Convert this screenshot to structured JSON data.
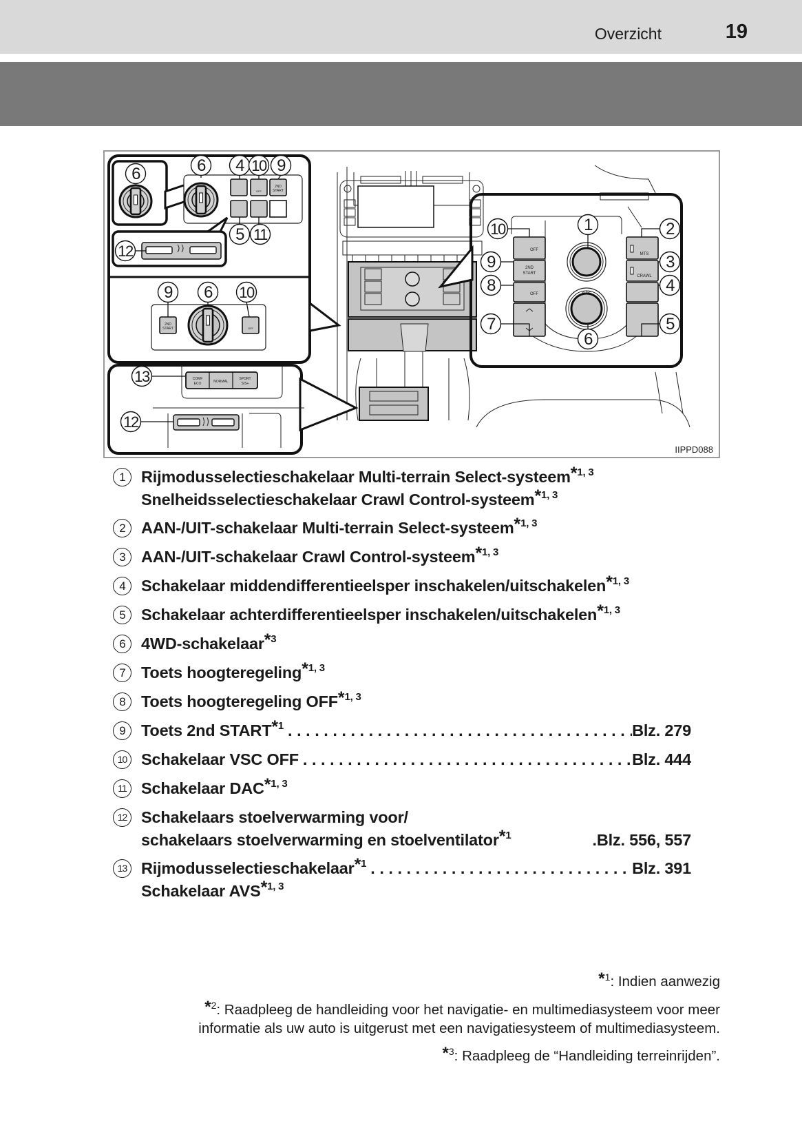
{
  "header": {
    "section_title": "Overzicht",
    "page_number": "19"
  },
  "figure": {
    "code": "IIPPD088",
    "callouts": [
      "1",
      "2",
      "3",
      "4",
      "5",
      "6",
      "7",
      "8",
      "9",
      "10",
      "11",
      "12",
      "13"
    ],
    "button_labels": {
      "second_start": [
        "2ND",
        "START"
      ],
      "vsc_off": "OFF",
      "height_off": "OFF",
      "mts": "MTS",
      "crawl": "CRAWL",
      "drive_modes": [
        "COMF ECO",
        "NORMAL",
        "SPORT S/S+"
      ],
      "push": "PUSH"
    }
  },
  "items": [
    {
      "num": "1",
      "lines": [
        {
          "text": "Rijmodusselectieschakelaar Multi-terrain Select-systeem",
          "note": "1, 3"
        },
        {
          "text": "Snelheidsselectieschakelaar Crawl Control-systeem",
          "note": "1, 3"
        }
      ]
    },
    {
      "num": "2",
      "lines": [
        {
          "text": "AAN-/UIT-schakelaar Multi-terrain Select-systeem",
          "note": "1, 3"
        }
      ]
    },
    {
      "num": "3",
      "lines": [
        {
          "text": "AAN-/UIT-schakelaar Crawl Control-systeem",
          "note": "1, 3"
        }
      ]
    },
    {
      "num": "4",
      "lines": [
        {
          "text": "Schakelaar middendifferentieelsper inschakelen/uitschakelen",
          "note": "1, 3"
        }
      ]
    },
    {
      "num": "5",
      "lines": [
        {
          "text": "Schakelaar achterdifferentieelsper inschakelen/uitschakelen",
          "note": "1, 3"
        }
      ]
    },
    {
      "num": "6",
      "lines": [
        {
          "text": "4WD-schakelaar",
          "note": "3"
        }
      ]
    },
    {
      "num": "7",
      "lines": [
        {
          "text": "Toets hoogteregeling",
          "note": "1, 3"
        }
      ]
    },
    {
      "num": "8",
      "lines": [
        {
          "text": "Toets hoogteregeling OFF",
          "note": "1, 3"
        }
      ]
    },
    {
      "num": "9",
      "lines": [
        {
          "text": "Toets 2nd START",
          "note": "1",
          "page": "Blz. 279"
        }
      ]
    },
    {
      "num": "10",
      "lines": [
        {
          "text": "Schakelaar VSC OFF",
          "note": "",
          "page": "Blz. 444"
        }
      ]
    },
    {
      "num": "11",
      "lines": [
        {
          "text": "Schakelaar DAC",
          "note": "1, 3"
        }
      ]
    },
    {
      "num": "12",
      "lines": [
        {
          "text": "Schakelaars stoelverwarming voor/",
          "note": ""
        },
        {
          "text": "schakelaars stoelverwarming en stoelventilator",
          "note": "1",
          "page": ".Blz. 556, 557"
        }
      ]
    },
    {
      "num": "13",
      "lines": [
        {
          "text": "Rijmodusselectieschakelaar",
          "note": "1",
          "page": "Blz. 391"
        },
        {
          "text": "Schakelaar AVS",
          "note": "1, 3"
        }
      ]
    }
  ],
  "footnotes": [
    {
      "mark": "1",
      "text": ": Indien aanwezig"
    },
    {
      "mark": "2",
      "text": ": Raadpleeg de handleiding voor het navigatie- en multimediasysteem voor meer"
    },
    {
      "mark": "",
      "text": "informatie als uw auto is uitgerust met een navigatiesysteem of multimediasysteem."
    },
    {
      "mark": "3",
      "text": ": Raadpleeg de “Handleiding terreinrijden”."
    }
  ]
}
